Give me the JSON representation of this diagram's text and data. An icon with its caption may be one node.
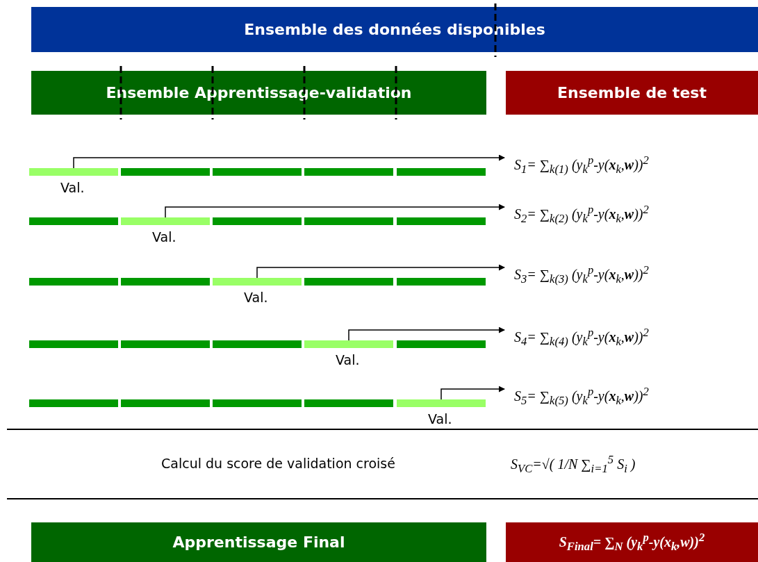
{
  "diagram": {
    "nodes": [
      {
        "text": [
          "Ensemble des données disponibles"
        ]
      },
      {
        "text": [
          "Ensemble Apprentissage-validation"
        ]
      },
      {
        "text": [
          "Ensemble de test"
        ]
      },
      {
        "text": [],
        "shape": "bar",
        "beside": [
          "Val."
        ]
      },
      {
        "text": [],
        "shape": "bar"
      },
      {
        "text": [],
        "shape": "bar"
      },
      {
        "text": [],
        "shape": "bar"
      },
      {
        "text": [],
        "shape": "bar"
      },
      {
        "text": [
          "S$_{1}$= ∑$_{k(1)}$ (y$_{k}$$^{p}$-y(**x**$_{k}$,**w**))$^{2}$"
        ]
      },
      {
        "text": [],
        "shape": "bar"
      },
      {
        "text": [],
        "shape": "bar",
        "beside": [
          "Val."
        ]
      },
      {
        "text": [],
        "shape": "bar"
      },
      {
        "text": [],
        "shape": "bar"
      },
      {
        "text": [],
        "shape": "bar"
      },
      {
        "text": [
          "S$_{2}$= ∑$_{k(2)}$ (y$_{k}$$^{p}$-y(**x**$_{k}$,**w**))$^{2}$"
        ]
      },
      {
        "text": [],
        "shape": "bar"
      },
      {
        "text": [],
        "shape": "bar"
      },
      {
        "text": [],
        "shape": "bar",
        "beside": [
          "Val."
        ]
      },
      {
        "text": [],
        "shape": "bar"
      },
      {
        "text": [],
        "shape": "bar"
      },
      {
        "text": [
          "S$_{3}$= ∑$_{k(3)}$ (y$_{k}$$^{p}$-y(**x**$_{k}$,**w**))$^{2}$"
        ]
      },
      {
        "text": [],
        "shape": "bar"
      },
      {
        "text": [],
        "shape": "bar"
      },
      {
        "text": [],
        "shape": "bar"
      },
      {
        "text": [],
        "shape": "bar",
        "beside": [
          "Val."
        ]
      },
      {
        "text": [],
        "shape": "bar"
      },
      {
        "text": [
          "S$_{4}$= ∑$_{k(4)}$ (y$_{k}$$^{p}$-y(**x**$_{k}$,**w**))$^{2}$"
        ]
      },
      {
        "text": [],
        "shape": "bar"
      },
      {
        "text": [],
        "shape": "bar"
      },
      {
        "text": [],
        "shape": "bar"
      },
      {
        "text": [],
        "shape": "bar"
      },
      {
        "text": [],
        "shape": "bar",
        "beside": [
          "Val."
        ]
      },
      {
        "text": [
          "S$_{5}$= ∑$_{k(5)}$ (y$_{k}$$^{p}$-y(**x**$_{k}$,**w**))$^{2}$"
        ]
      },
      {
        "text": [
          "Apprentissage Final"
        ]
      },
      {
        "text": [
          "S$_{Final}$= ∑$_{N}$ (y$_{k}$$^{p}$-y(**x**$_{k}$,**w**))$^{2}$"
        ]
      }
    ],
    "edges": [
      {
        "from": 3,
        "to": 8,
        "arrow": "to"
      },
      {
        "from": 10,
        "to": 14,
        "arrow": "to"
      },
      {
        "from": 17,
        "to": 20,
        "arrow": "to"
      },
      {
        "from": 24,
        "to": 26,
        "arrow": "to"
      },
      {
        "from": 31,
        "to": 32,
        "arrow": "to"
      }
    ],
    "labels": [
      "Calcul du score de validation croisé",
      "S$_{VC}$=√( 1/N ∑$_{i=1}$$^{5}$ S$_{i}$ )"
    ]
  }
}
